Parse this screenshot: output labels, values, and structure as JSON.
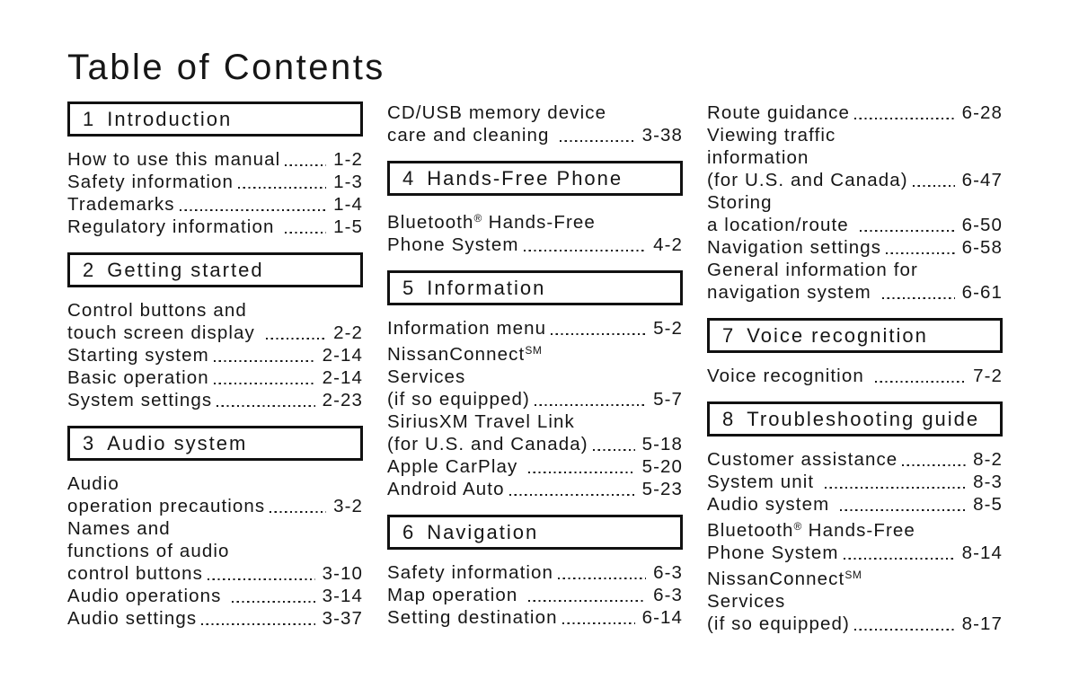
{
  "page_title": "Table of Contents",
  "colors": {
    "text": "#161616",
    "box_border": "#111111",
    "background": "#ffffff"
  },
  "columns": [
    {
      "blocks": [
        {
          "type": "section",
          "number": "1",
          "title": "Introduction"
        },
        {
          "type": "entry",
          "lines": [
            "How to use this manual"
          ],
          "page": "1-2"
        },
        {
          "type": "entry",
          "lines": [
            "Safety information"
          ],
          "page": "1-3"
        },
        {
          "type": "entry",
          "lines": [
            "Trademarks"
          ],
          "page": "1-4"
        },
        {
          "type": "entry",
          "lines": [
            "Regulatory information "
          ],
          "page": "1-5"
        },
        {
          "type": "section",
          "number": "2",
          "title": "Getting started"
        },
        {
          "type": "entry",
          "lines": [
            "Control buttons and",
            "touch screen display "
          ],
          "page": "2-2"
        },
        {
          "type": "entry",
          "lines": [
            "Starting system"
          ],
          "page": "2-14"
        },
        {
          "type": "entry",
          "lines": [
            "Basic operation"
          ],
          "page": "2-14"
        },
        {
          "type": "entry",
          "lines": [
            "System settings"
          ],
          "page": "2-23"
        },
        {
          "type": "section",
          "number": "3",
          "title": "Audio system"
        },
        {
          "type": "entry",
          "lines": [
            "Audio",
            "operation precautions"
          ],
          "page": "3-2"
        },
        {
          "type": "entry",
          "lines": [
            "Names and",
            "functions of audio",
            "control buttons"
          ],
          "page": "3-10"
        },
        {
          "type": "entry",
          "lines": [
            "Audio operations "
          ],
          "page": "3-14"
        },
        {
          "type": "entry",
          "lines": [
            "Audio settings"
          ],
          "page": "3-37"
        }
      ]
    },
    {
      "blocks": [
        {
          "type": "entry",
          "lines": [
            "CD/USB memory device",
            "care and cleaning "
          ],
          "page": "3-38"
        },
        {
          "type": "section",
          "number": "4",
          "title": "Hands-Free Phone"
        },
        {
          "type": "entry",
          "lines": [
            "Bluetooth® Hands-Free",
            "Phone System"
          ],
          "page": "4-2"
        },
        {
          "type": "section",
          "number": "5",
          "title": "Information"
        },
        {
          "type": "entry",
          "lines": [
            "Information menu"
          ],
          "page": "5-2"
        },
        {
          "type": "entry",
          "lines": [
            "NissanConnect℠",
            "Services",
            "(if so equipped)"
          ],
          "page": "5-7"
        },
        {
          "type": "entry",
          "lines": [
            "SiriusXM Travel Link",
            "(for U.S. and Canada)"
          ],
          "page": "5-18"
        },
        {
          "type": "entry",
          "lines": [
            "Apple CarPlay "
          ],
          "page": "5-20"
        },
        {
          "type": "entry",
          "lines": [
            "Android Auto"
          ],
          "page": "5-23"
        },
        {
          "type": "section",
          "number": "6",
          "title": "Navigation"
        },
        {
          "type": "entry",
          "lines": [
            "Safety information"
          ],
          "page": "6-3"
        },
        {
          "type": "entry",
          "lines": [
            "Map operation "
          ],
          "page": "6-3"
        },
        {
          "type": "entry",
          "lines": [
            "Setting destination"
          ],
          "page": "6-14"
        }
      ]
    },
    {
      "blocks": [
        {
          "type": "entry",
          "lines": [
            "Route guidance"
          ],
          "page": "6-28"
        },
        {
          "type": "entry",
          "lines": [
            "Viewing traffic",
            "information",
            "(for U.S. and Canada)"
          ],
          "page": "6-47"
        },
        {
          "type": "entry",
          "lines": [
            "Storing",
            "a location/route "
          ],
          "page": "6-50"
        },
        {
          "type": "entry",
          "lines": [
            "Navigation settings"
          ],
          "page": "6-58"
        },
        {
          "type": "entry",
          "lines": [
            "General information for",
            "navigation system "
          ],
          "page": "6-61"
        },
        {
          "type": "section",
          "number": "7",
          "title": "Voice recognition"
        },
        {
          "type": "entry",
          "lines": [
            "Voice recognition "
          ],
          "page": "7-2"
        },
        {
          "type": "section",
          "number": "8",
          "title": "Troubleshooting guide"
        },
        {
          "type": "entry",
          "lines": [
            "Customer assistance"
          ],
          "page": "8-2"
        },
        {
          "type": "entry",
          "lines": [
            "System unit "
          ],
          "page": "8-3"
        },
        {
          "type": "entry",
          "lines": [
            "Audio system "
          ],
          "page": "8-5"
        },
        {
          "type": "entry",
          "lines": [
            "Bluetooth® Hands-Free",
            "Phone System"
          ],
          "page": "8-14"
        },
        {
          "type": "entry",
          "lines": [
            "NissanConnect℠",
            "Services",
            "(if so equipped)"
          ],
          "page": "8-17"
        }
      ]
    }
  ]
}
